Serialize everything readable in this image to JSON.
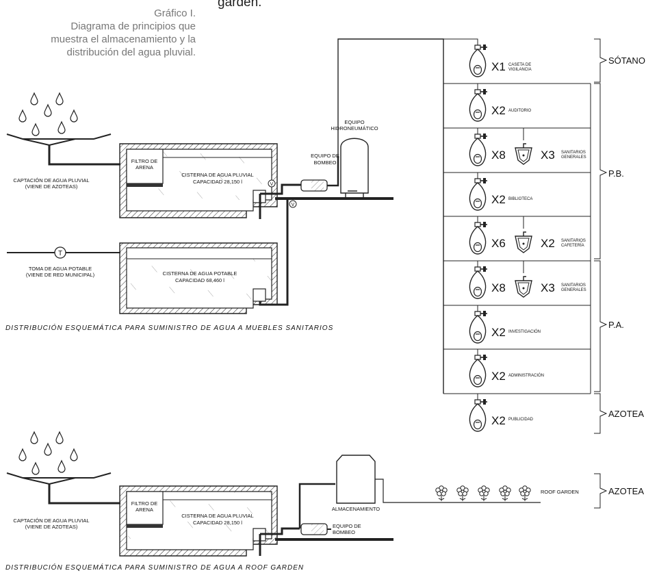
{
  "top_caption_fragment": "garden.",
  "caption": {
    "line1": "Gráfico I.",
    "line2": "Diagrama de principios que",
    "line3": "muestra  el almacenamiento y la",
    "line4": "distribución del agua pluvial."
  },
  "diagram1": {
    "rain_label_1": "CAPTACIÓN DE AGUA PLUVIAL",
    "rain_label_2": "(VIENE DE AZOTEAS)",
    "filter_1": "FILTRO DE",
    "filter_2": "ARENA",
    "cistern_rain_1": "CISTERNA DE AGUA PLUVIAL",
    "cistern_rain_2": "CAPACIDAD 28,150 l",
    "cistern_potable_1": "CISTERNA DE AGUA POTABLE",
    "cistern_potable_2": "CAPACIDAD 68,460 l",
    "intake_1": "TOMA DE AGUA POTABLE",
    "intake_2": "(VIENE DE RED MUNICIPAL)",
    "meter_symbol": "T",
    "valve_symbol": "V",
    "pump_1": "EQUIPO DE",
    "pump_2": "BOMBEO",
    "hydro_1": "EQUIPO",
    "hydro_2": "HIDRONEUMÁTICO",
    "title": "DISTRIBUCIÓN  ESQUEMÁTICA  PARA  SUMINISTRO  DE  AGUA  A  MUEBLES  SANITARIOS"
  },
  "fixtures": [
    {
      "count": "X1",
      "label1": "CASETA DE",
      "label2": "VIGILANCIA"
    },
    {
      "count": "X2",
      "label1": "AUDITORIO",
      "label2": ""
    },
    {
      "count": "X8",
      "label1": "",
      "label2": "",
      "extra_count": "X3",
      "extra_label1": "SANITARIOS",
      "extra_label2": "GENERALES"
    },
    {
      "count": "X2",
      "label1": "BIBLIOTECA",
      "label2": ""
    },
    {
      "count": "X6",
      "label1": "",
      "label2": "",
      "extra_count": "X2",
      "extra_label1": "SANITARIOS",
      "extra_label2": "CAFETERÍA"
    },
    {
      "count": "X8",
      "label1": "",
      "label2": "",
      "extra_count": "X3",
      "extra_label1": "SANITARIOS",
      "extra_label2": "GENERALES"
    },
    {
      "count": "X2",
      "label1": "INVESTIGACIÓN",
      "label2": ""
    },
    {
      "count": "X2",
      "label1": "ADMINISTRACIÓN",
      "label2": ""
    },
    {
      "count": "X2",
      "label1": "PUBLICIDAD",
      "label2": ""
    }
  ],
  "levels": [
    "SÓTANO",
    "P.B.",
    "P.A.",
    "AZOTEA"
  ],
  "diagram2": {
    "rain_label_1": "CAPTACIÓN DE AGUA PLUVIAL",
    "rain_label_2": "(VIENE DE AZOTEAS)",
    "filter_1": "FILTRO DE",
    "filter_2": "ARENA",
    "cistern_rain_1": "CISTERNA DE AGUA PLUVIAL",
    "cistern_rain_2": "CAPACIDAD 28,150 l",
    "storage": "ALMACENAMIENTO",
    "pump_1": "EQUIPO DE",
    "pump_2": "BOMBEO",
    "garden": "ROOF GARDEN",
    "level": "AZOTEA",
    "title": "DISTRIBUCIÓN  ESQUEMÁTICA  PARA  SUMINISTRO  DE  AGUA  A  ROOF  GARDEN"
  },
  "colors": {
    "line": "#1a1a1a",
    "caption": "#777777"
  }
}
